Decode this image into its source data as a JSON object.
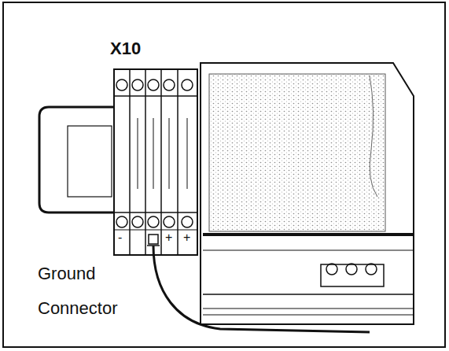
{
  "diagram": {
    "labels": [
      "X10",
      "Ground Connector",
      "-",
      "+",
      "+"
    ]
  }
}
